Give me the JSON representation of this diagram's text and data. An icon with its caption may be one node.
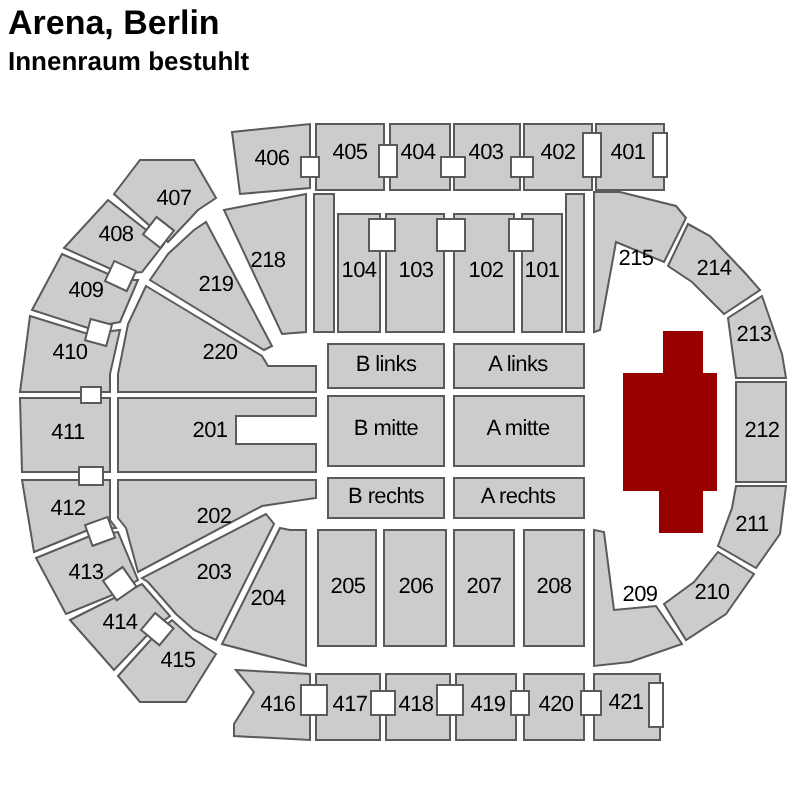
{
  "diagram": {
    "title": "Arena, Berlin",
    "nodes": [
      {
        "text": [
          "406"
        ]
      },
      {
        "text": [
          "405"
        ]
      },
      {
        "text": [
          "404"
        ]
      },
      {
        "text": [
          "403"
        ]
      },
      {
        "text": [
          "402"
        ]
      },
      {
        "text": [
          "401"
        ]
      },
      {
        "text": [
          "407"
        ]
      },
      {
        "text": [
          "408"
        ]
      },
      {
        "text": [
          "218"
        ]
      },
      {
        "text": [],
        "shape": "bar"
      },
      {
        "text": [
          "104"
        ]
      },
      {
        "text": [
          "103"
        ]
      },
      {
        "text": [
          "102"
        ]
      },
      {
        "text": [
          "101"
        ]
      },
      {
        "text": [],
        "shape": "bar"
      },
      {
        "text": [
          "215"
        ]
      },
      {
        "text": [
          "214"
        ]
      },
      {
        "text": [
          "409"
        ]
      },
      {
        "text": [
          "219"
        ]
      },
      {
        "text": [
          "213"
        ]
      },
      {
        "text": [
          "410"
        ]
      },
      {
        "text": [
          "220"
        ]
      },
      {
        "text": [
          "B links"
        ]
      },
      {
        "text": [
          "A links"
        ]
      },
      {
        "text": [],
        "shape": "box"
      },
      {
        "text": [
          "411"
        ]
      },
      {
        "text": [
          "201"
        ]
      },
      {
        "text": [
          "B mitte"
        ]
      },
      {
        "text": [
          "A mitte"
        ]
      },
      {
        "text": [
          "212"
        ]
      },
      {
        "text": [
          "412"
        ]
      },
      {
        "text": [
          "202"
        ]
      },
      {
        "text": [
          "B rechts"
        ]
      },
      {
        "text": [
          "A rechts"
        ]
      },
      {
        "text": [
          "211"
        ]
      },
      {
        "text": [
          "413"
        ]
      },
      {
        "text": [
          "203"
        ]
      },
      {
        "text": [
          "204"
        ]
      },
      {
        "text": [
          "205"
        ]
      },
      {
        "text": [
          "206"
        ]
      },
      {
        "text": [
          "207"
        ]
      },
      {
        "text": [
          "208"
        ]
      },
      {
        "text": [
          "209"
        ]
      },
      {
        "text": [
          "210"
        ]
      },
      {
        "text": [
          "414"
        ]
      },
      {
        "text": [
          "415"
        ]
      },
      {
        "text": [
          "416"
        ]
      },
      {
        "text": [
          "417"
        ]
      },
      {
        "text": [
          "418"
        ]
      },
      {
        "text": [
          "419"
        ]
      },
      {
        "text": [
          "420"
        ]
      },
      {
        "text": [
          "421"
        ]
      }
    ],
    "labels": [
      "Innenraum bestuhlt"
    ]
  }
}
